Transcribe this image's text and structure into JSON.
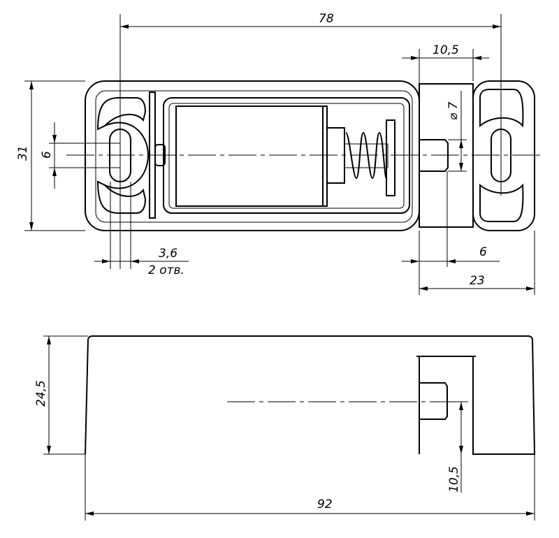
{
  "dimensions": {
    "overall_hole_spacing": "78",
    "plunger_offset": "10,5",
    "plunger_diameter": "⌀ 7",
    "height_top_view": "31",
    "slot_length": "6",
    "hole_width": "3,6",
    "hole_count": "2 отв.",
    "plunger_length": "6",
    "right_part_width": "23",
    "side_height": "24,5",
    "plunger_height": "10,5",
    "overall_length": "92"
  }
}
